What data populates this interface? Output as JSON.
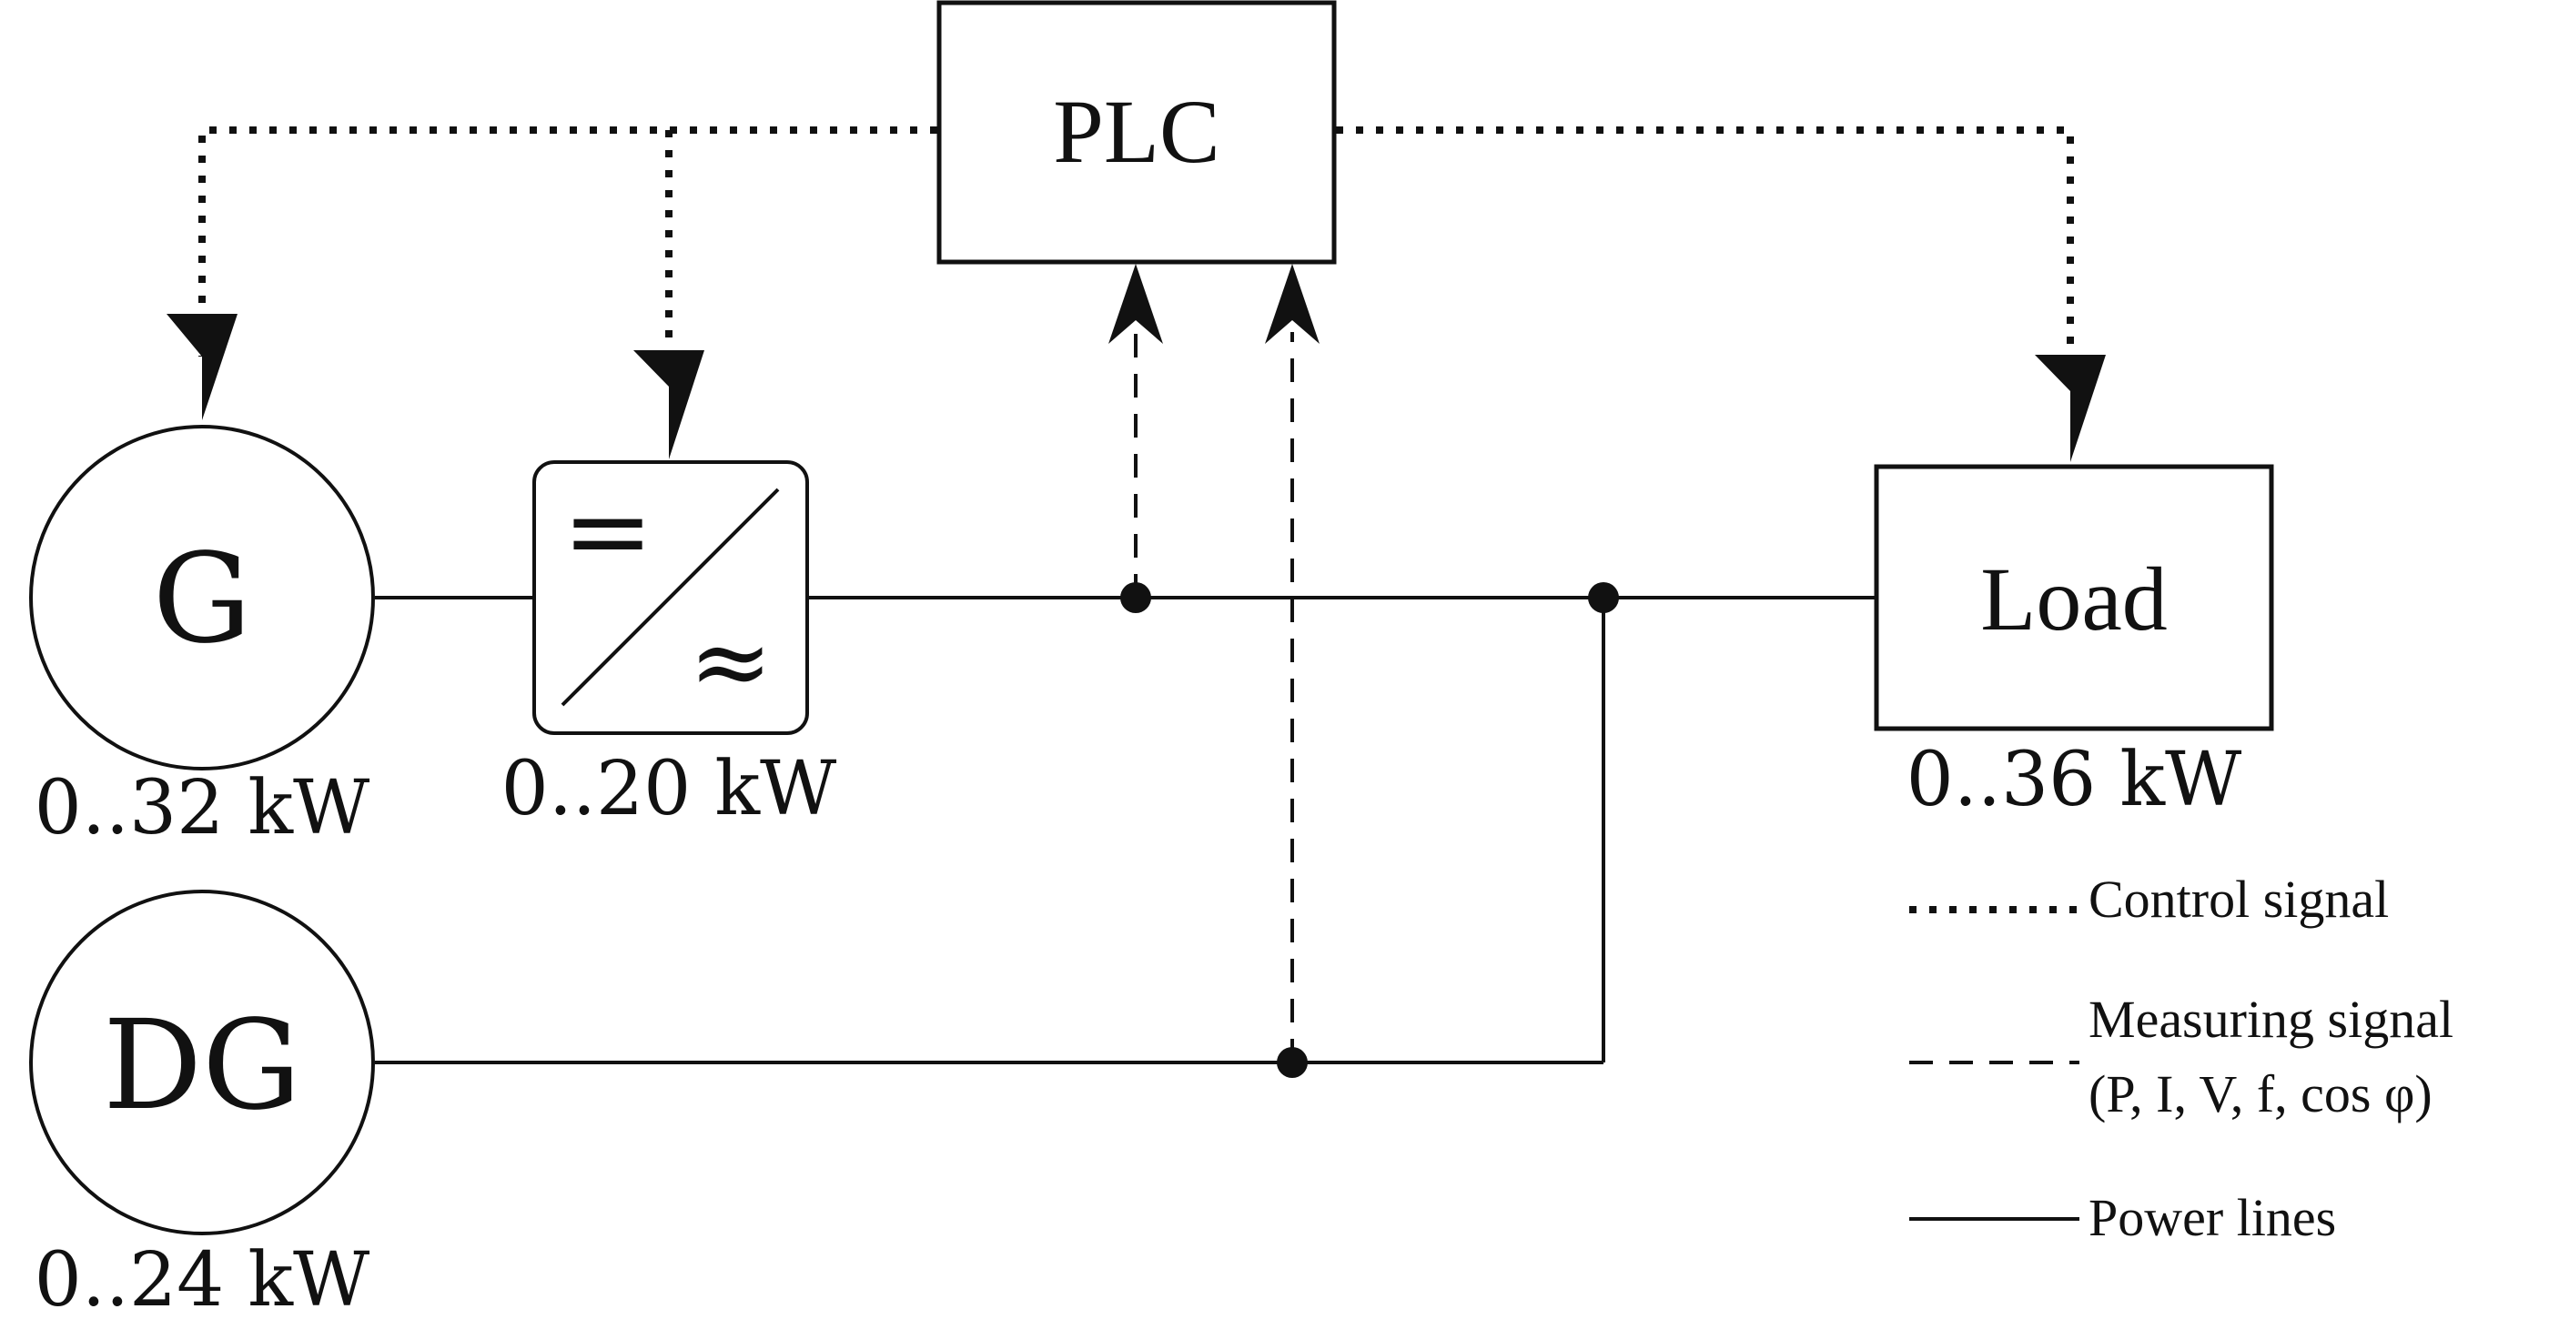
{
  "nodes": {
    "plc": {
      "label": "PLC"
    },
    "generator": {
      "label": "G",
      "rating": "0..32 kW"
    },
    "inverter": {
      "dc_symbol": "=",
      "ac_symbol": "≈",
      "rating": "0..20 kW"
    },
    "load": {
      "label": "Load",
      "rating": "0..36 kW"
    },
    "diesel_generator": {
      "label": "DG",
      "rating": "0..24 kW"
    }
  },
  "legend": {
    "control": "Control signal",
    "measuring_line1": "Measuring signal",
    "measuring_line2": "(P, I, V, f, cos φ)",
    "power": "Power lines"
  }
}
